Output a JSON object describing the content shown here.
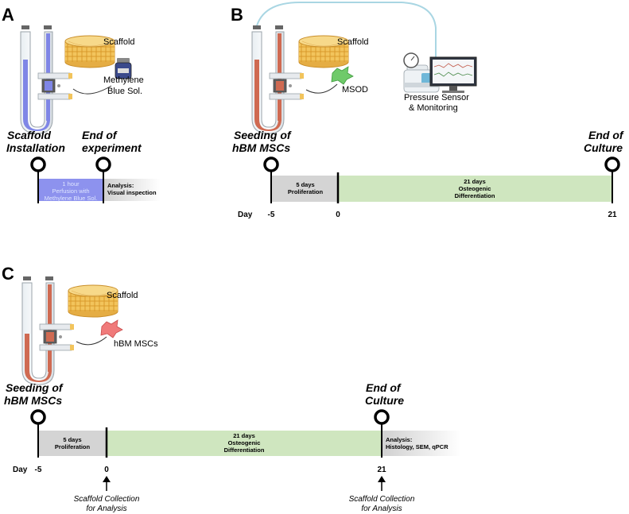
{
  "colors": {
    "blue_fluid": "#8a8fe8",
    "red_fluid": "#cf6a52",
    "scaffold": "#f0c060",
    "green_segment": "#cfe6bf",
    "gray_segment": "#d4d4d4",
    "blue_segment": "#8d92ee",
    "tube_line": "#a9d6e3"
  },
  "icons": [
    "tube-reactor-icon",
    "scaffold-icon",
    "methylene-blue-bottle-icon",
    "cell-icon",
    "pressure-sensor-icon",
    "monitor-icon",
    "milestone-pin-icon",
    "up-arrow-icon"
  ],
  "panelA": {
    "letter": "A",
    "scaffold_label": "Scaffold",
    "reagent_label_1": "Methylene",
    "reagent_label_2": "Blue Sol.",
    "event_start_1": "Scaffold",
    "event_start_2": "Installation",
    "event_end_1": "End of",
    "event_end_2": "experiment",
    "segment_1": "1 hour",
    "segment_2": "Perfusion with",
    "segment_3": "Methylene Blue Sol.",
    "analysis_1": "Analysis:",
    "analysis_2": "Visual inspection"
  },
  "panelB": {
    "letter": "B",
    "scaffold_label": "Scaffold",
    "cell_label": "MSOD",
    "sensor_label_1": "Pressure Sensor",
    "sensor_label_2": "& Monitoring",
    "event_start_1": "Seeding of",
    "event_start_2": "hBM MSCs",
    "event_end_1": "End of",
    "event_end_2": "Culture",
    "seg1_line1": "5 days",
    "seg1_line2": "Proliferation",
    "seg2_line1": "21 days",
    "seg2_line2": "Osteogenic",
    "seg2_line3": "Differentiation",
    "day_label": "Day",
    "tick_1": "-5",
    "tick_2": "0",
    "tick_3": "21"
  },
  "panelC": {
    "letter": "C",
    "scaffold_label": "Scaffold",
    "cell_label": "hBM MSCs",
    "event_start_1": "Seeding of",
    "event_start_2": "hBM MSCs",
    "event_end_1": "End of",
    "event_end_2": "Culture",
    "seg1_line1": "5 days",
    "seg1_line2": "Proliferation",
    "seg2_line1": "21 days",
    "seg2_line2": "Osteogenic",
    "seg2_line3": "Differentiation",
    "analysis_1": "Analysis:",
    "analysis_2": "Histology, SEM, qPCR",
    "day_label": "Day",
    "tick_1": "-5",
    "tick_2": "0",
    "tick_3": "21",
    "collection_1_line1": "Scaffold Collection",
    "collection_1_line2": "for Analysis",
    "collection_2_line1": "Scaffold Collection",
    "collection_2_line2": "for Analysis"
  }
}
